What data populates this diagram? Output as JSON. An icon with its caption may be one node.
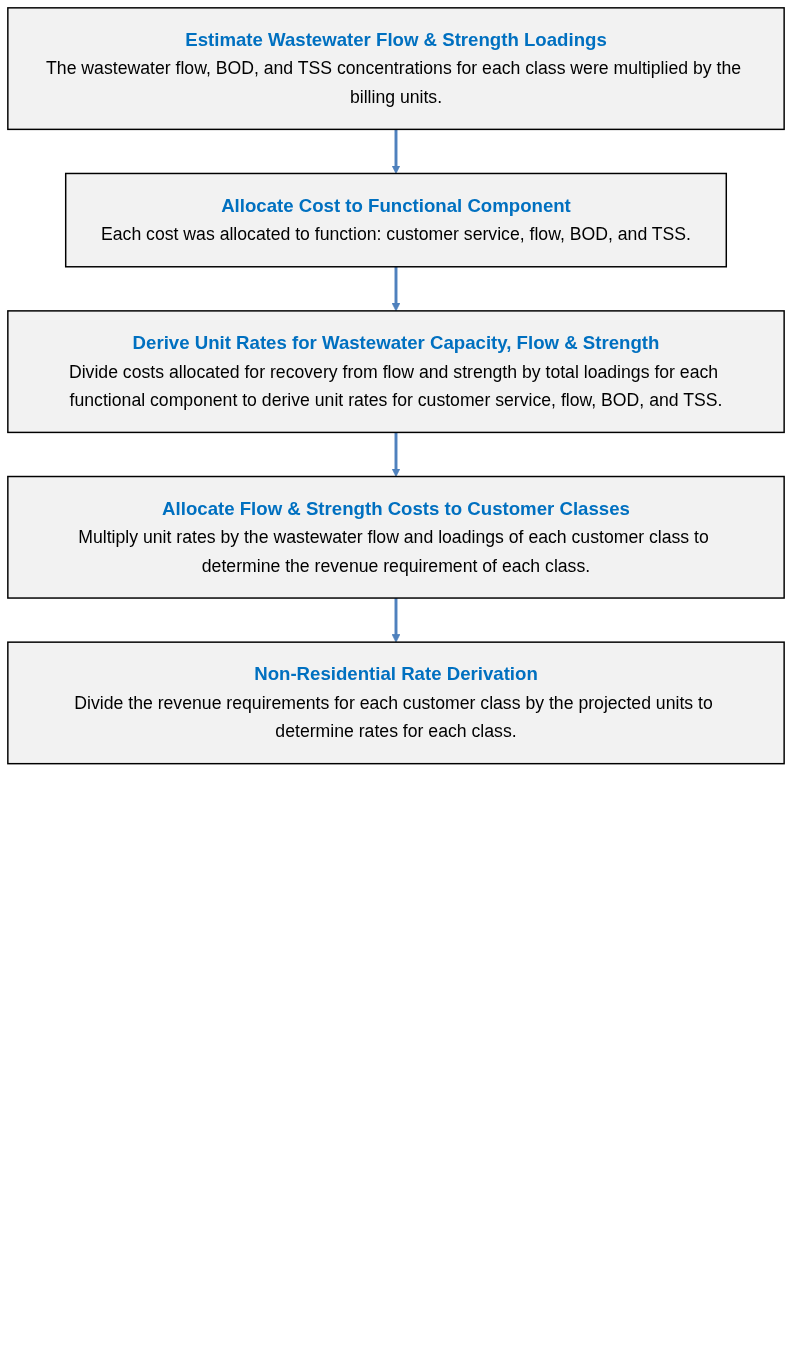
{
  "diagram": {
    "nodes": [
      {
        "text": [
          "Estimate Wastewater Flow & Strength Loadings",
          "The wastewater flow, BOD, and TSS concentrations for each class were multiplied by the billing units."
        ]
      },
      {
        "text": [
          "Allocate Cost to Functional Component",
          "Each cost was allocated to function: customer service, flow, BOD, and TSS."
        ]
      },
      {
        "text": [
          "Derive Unit Rates for Wastewater Capacity, Flow & Strength",
          "Divide costs allocated for recovery from flow and strength by total loadings for each functional component to derive unit rates for customer service, flow, BOD, and TSS."
        ]
      },
      {
        "text": [
          "Allocate Flow & Strength Costs to Customer Classes",
          "Multiply unit rates by the wastewater flow and loadings of each customer class to determine the revenue requirement of each class."
        ]
      },
      {
        "text": [
          "Non-Residential Rate Derivation",
          "Divide the revenue requirements for each customer class by the projected units to determine rates for each class."
        ]
      }
    ],
    "edges": [
      {
        "from": 0,
        "to": 1,
        "arrow": "to"
      },
      {
        "from": 1,
        "to": 2,
        "arrow": "to"
      },
      {
        "from": 2,
        "to": 3,
        "arrow": "to"
      },
      {
        "from": 3,
        "to": 4,
        "arrow": "to"
      }
    ]
  }
}
